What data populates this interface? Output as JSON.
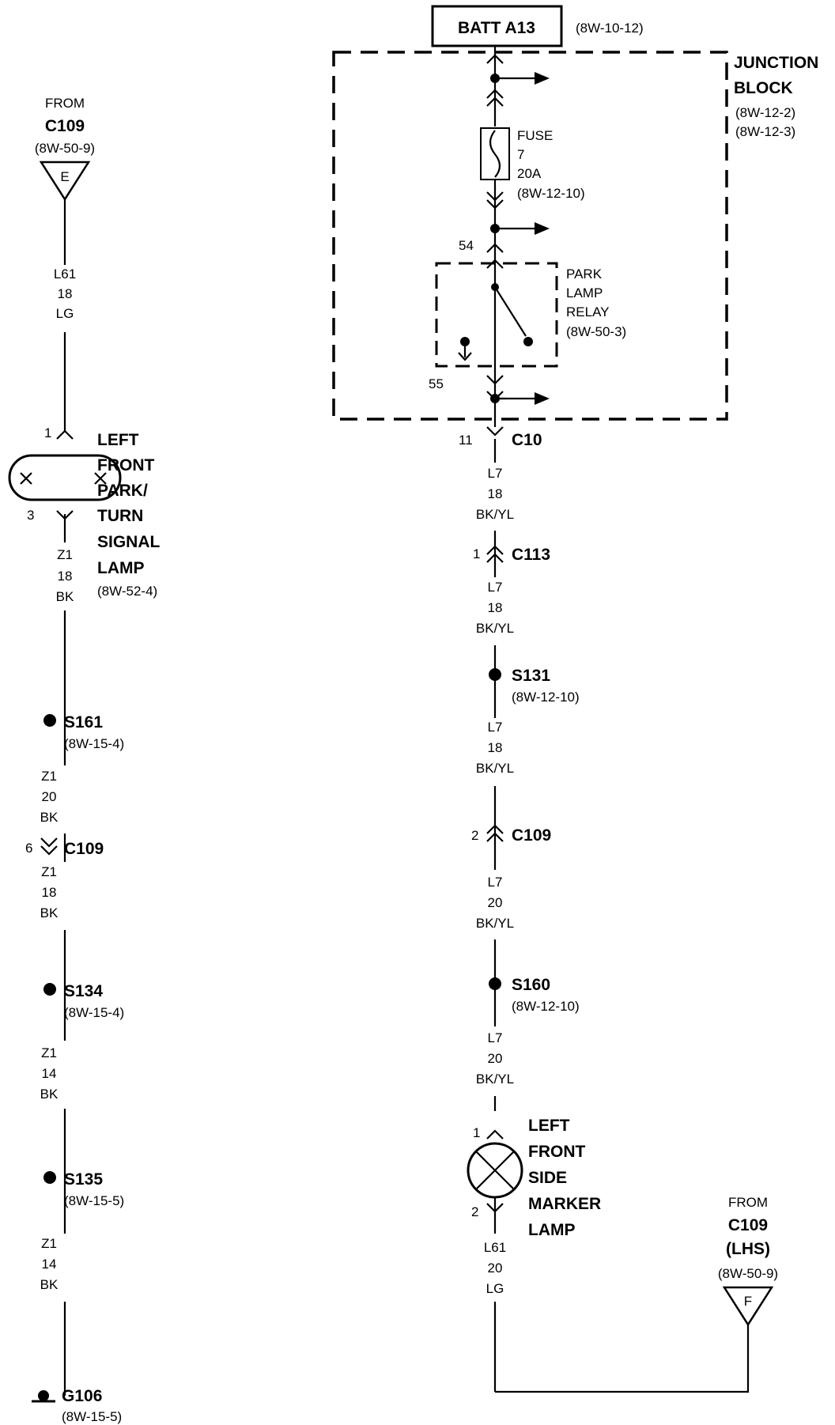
{
  "batt": {
    "label": "BATT A13",
    "ref": "(8W-10-12)"
  },
  "junction_block": {
    "line1": "JUNCTION",
    "line2": "BLOCK",
    "ref1": "(8W-12-2)",
    "ref2": "(8W-12-3)"
  },
  "fuse": {
    "label": "FUSE",
    "number": "7",
    "rating": "20A",
    "ref": "(8W-12-10)"
  },
  "relay": {
    "line1": "PARK",
    "line2": "LAMP",
    "line3": "RELAY",
    "ref": "(8W-50-3)",
    "pin_in": "54",
    "pin_out": "55"
  },
  "from_left": {
    "label": "FROM",
    "conn": "C109",
    "ref": "(8W-50-9)",
    "letter": "E"
  },
  "wire_l61_top": {
    "circuit": "L61",
    "gauge": "18",
    "color": "LG"
  },
  "park_lamp": {
    "pin1": "1",
    "pin3": "3",
    "line1": "LEFT",
    "line2": "FRONT",
    "line3": "PARK/",
    "line4": "TURN",
    "line5": "SIGNAL",
    "line6": "LAMP",
    "ref": "(8W-52-4)"
  },
  "wire_z1_a": {
    "circuit": "Z1",
    "gauge": "18",
    "color": "BK"
  },
  "s161": {
    "label": "S161",
    "ref": "(8W-15-4)"
  },
  "wire_z1_b": {
    "circuit": "Z1",
    "gauge": "20",
    "color": "BK"
  },
  "c109_left": {
    "pin": "6",
    "label": "C109"
  },
  "wire_z1_c": {
    "circuit": "Z1",
    "gauge": "18",
    "color": "BK"
  },
  "s134": {
    "label": "S134",
    "ref": "(8W-15-4)"
  },
  "wire_z1_d": {
    "circuit": "Z1",
    "gauge": "14",
    "color": "BK"
  },
  "s135": {
    "label": "S135",
    "ref": "(8W-15-5)"
  },
  "wire_z1_e": {
    "circuit": "Z1",
    "gauge": "14",
    "color": "BK"
  },
  "g106": {
    "label": "G106",
    "ref": "(8W-15-5)"
  },
  "c10": {
    "pin": "11",
    "label": "C10"
  },
  "wire_l7_a": {
    "circuit": "L7",
    "gauge": "18",
    "color": "BK/YL"
  },
  "c113": {
    "pin": "1",
    "label": "C113"
  },
  "wire_l7_b": {
    "circuit": "L7",
    "gauge": "18",
    "color": "BK/YL"
  },
  "s131": {
    "label": "S131",
    "ref": "(8W-12-10)"
  },
  "wire_l7_c": {
    "circuit": "L7",
    "gauge": "18",
    "color": "BK/YL"
  },
  "c109_right": {
    "pin": "2",
    "label": "C109"
  },
  "wire_l7_d": {
    "circuit": "L7",
    "gauge": "20",
    "color": "BK/YL"
  },
  "s160": {
    "label": "S160",
    "ref": "(8W-12-10)"
  },
  "wire_l7_e": {
    "circuit": "L7",
    "gauge": "20",
    "color": "BK/YL"
  },
  "marker_lamp": {
    "pin1": "1",
    "pin2": "2",
    "line1": "LEFT",
    "line2": "FRONT",
    "line3": "SIDE",
    "line4": "MARKER",
    "line5": "LAMP"
  },
  "wire_l61_bottom": {
    "circuit": "L61",
    "gauge": "20",
    "color": "LG"
  },
  "from_right": {
    "label": "FROM",
    "conn": "C109",
    "conn2": "(LHS)",
    "ref": "(8W-50-9)",
    "letter": "F"
  }
}
